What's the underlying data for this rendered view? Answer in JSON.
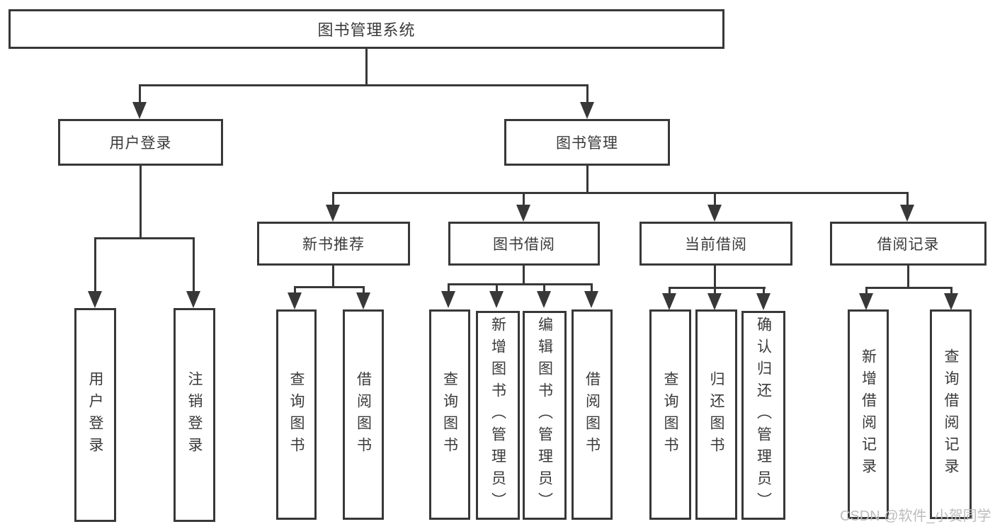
{
  "colors": {
    "line": "#383838",
    "text": "#3a3a3a",
    "watermark": "#bcbcbc",
    "background": "#ffffff"
  },
  "watermark": {
    "text": "CSDN @软件_小贺同学"
  },
  "tree": {
    "root": {
      "label": "图书管理系统"
    },
    "children": [
      {
        "label": "用户登录",
        "children": [
          {
            "label": "用户登录"
          },
          {
            "label": "注销登录"
          }
        ]
      },
      {
        "label": "图书管理",
        "children": [
          {
            "label": "新书推荐",
            "children": [
              {
                "label": "查询图书"
              },
              {
                "label": "借阅图书"
              }
            ]
          },
          {
            "label": "图书借阅",
            "children": [
              {
                "label": "查询图书"
              },
              {
                "label": "新增图书（管理员）"
              },
              {
                "label": "编辑图书（管理员）"
              },
              {
                "label": "借阅图书"
              }
            ]
          },
          {
            "label": "当前借阅",
            "children": [
              {
                "label": "查询图书"
              },
              {
                "label": "归还图书"
              },
              {
                "label": "确认归还（管理员）"
              }
            ]
          },
          {
            "label": "借阅记录",
            "children": [
              {
                "label": "新增借阅记录"
              },
              {
                "label": "查询借阅记录"
              }
            ]
          }
        ]
      }
    ]
  }
}
